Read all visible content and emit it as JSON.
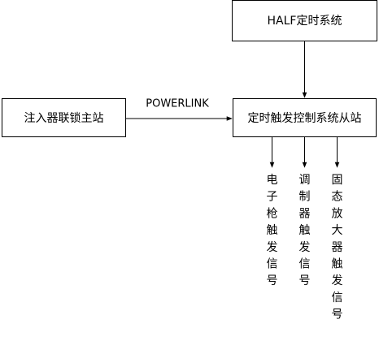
{
  "nodes": {
    "half_timing": {
      "label": "HALF定时系统"
    },
    "injector_master": {
      "label": "注入器联锁主站"
    },
    "trigger_slave": {
      "label": "定时触发控制系统从站"
    }
  },
  "edges": {
    "powerlink": {
      "label": "POWERLINK"
    }
  },
  "outputs": [
    {
      "label": "电子枪触发信号"
    },
    {
      "label": "调制器触发信号"
    },
    {
      "label": "固态放大器触发信号"
    }
  ],
  "colors": {
    "stroke": "#000000",
    "background": "#ffffff",
    "text": "#000000"
  }
}
